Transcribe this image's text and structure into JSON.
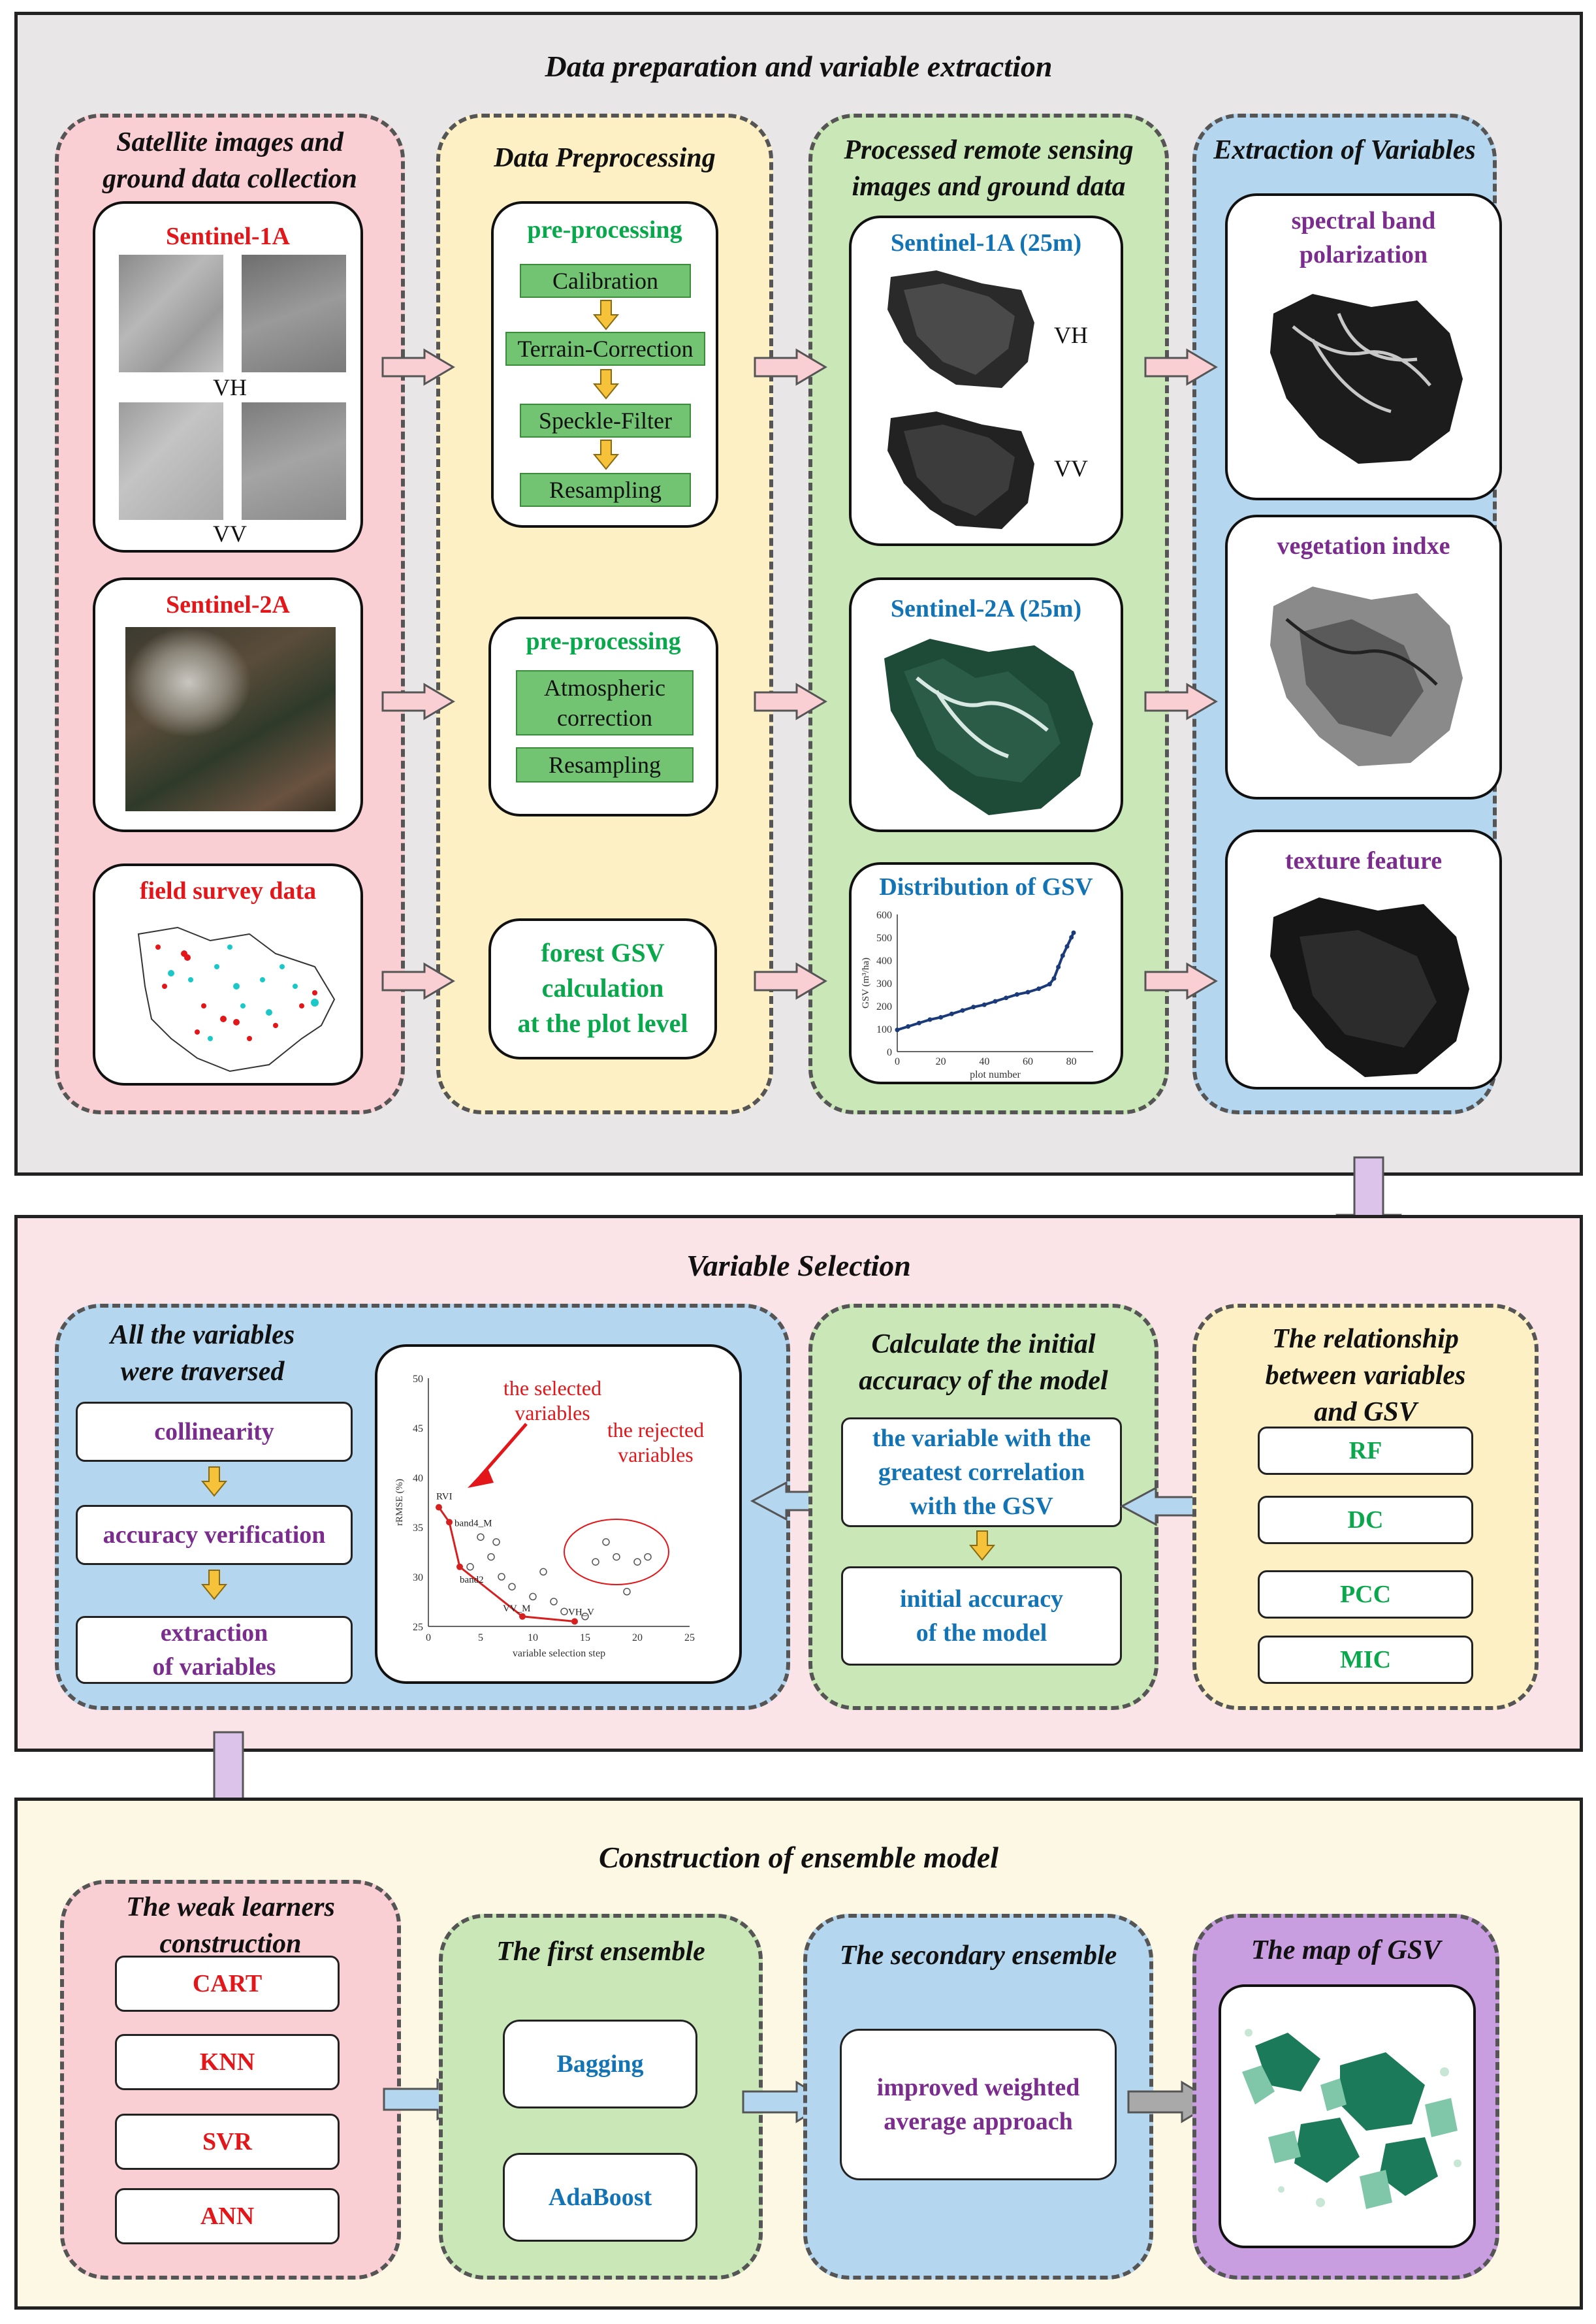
{
  "colors": {
    "section1_bg": "#e8e6e6",
    "section2_bg": "#fbe4e8",
    "section3_bg": "#fdf8e4",
    "pink": "#f9cfd4",
    "yellow": "#fdf0c4",
    "green": "#c9e7b7",
    "blue": "#b5d6ef",
    "purple": "#c89ee0",
    "red_text": "#e3161a",
    "green_text": "#0aa84c",
    "blue_text": "#1273b5",
    "purple_text": "#7b2d8e"
  },
  "section1": {
    "title": "Data preparation and variable extraction",
    "col1": {
      "title_l1": "Satellite images and",
      "title_l2": "ground data collection",
      "s1_title": "Sentinel-1A",
      "s1_vh": "VH",
      "s1_vv": "VV",
      "s2_title": "Sentinel-2A",
      "field_title": "field survey data"
    },
    "col2": {
      "title": "Data Preprocessing",
      "p1_title": "pre-processing",
      "p1_steps": [
        "Calibration",
        "Terrain-Correction",
        "Speckle-Filter",
        "Resampling"
      ],
      "p2_title": "pre-processing",
      "p2_steps": [
        "Atmospheric correction",
        "Resampling"
      ],
      "p3_l1": "forest GSV",
      "p3_l2": "calculation",
      "p3_l3": "at the plot level"
    },
    "col3": {
      "title_l1": "Processed remote sensing",
      "title_l2": "images and ground data",
      "s1_title": "Sentinel-1A  (25m)",
      "s1_vh": "VH",
      "s1_vv": "VV",
      "s2_title": "Sentinel-2A  (25m)",
      "gsv_title": "Distribution  of GSV"
    },
    "col4": {
      "title": "Extraction of Variables",
      "p1_l1": "spectral band",
      "p1_l2": "polarization",
      "p2": "vegetation indxe",
      "p3": "texture feature"
    }
  },
  "section2": {
    "title": "Variable Selection",
    "left": {
      "title_l1": "All the variables",
      "title_l2": "were traversed",
      "b1": "collinearity",
      "b2": "accuracy verification",
      "b3_l1": "extraction",
      "b3_l2": "of variables"
    },
    "middle": {
      "title_l1": "Calculate the initial",
      "title_l2": "accuracy of the model",
      "b1_l1": "the variable with the",
      "b1_l2": "greatest correlation",
      "b1_l3": "with the GSV",
      "b2_l1": "initial accuracy",
      "b2_l2": "of the model"
    },
    "right": {
      "title_l1": "The relationship",
      "title_l2": "between  variables",
      "title_l3": "and GSV",
      "items": [
        "RF",
        "DC",
        "PCC",
        "MIC"
      ]
    },
    "plot_annotations": {
      "selected_l1": "the selected",
      "selected_l2": "variables",
      "rejected_l1": "the rejected",
      "rejected_l2": "variables"
    }
  },
  "section3": {
    "title": "Construction of ensemble model",
    "c1_title_l1": "The weak learners",
    "c1_title_l2": "construction",
    "learners": [
      "CART",
      "KNN",
      "SVR",
      "ANN"
    ],
    "c2_title": "The first ensemble",
    "first": [
      "Bagging",
      "AdaBoost"
    ],
    "c3_title": "The secondary ensemble",
    "second_l1": "improved weighted",
    "second_l2": "average approach",
    "c4_title": "The map of GSV"
  },
  "chart_data": [
    {
      "type": "line",
      "title": "",
      "xlabel": "plot number",
      "ylabel": "GSV (m³/ha)",
      "xlim": [
        0,
        90
      ],
      "ylim": [
        0,
        600
      ],
      "xticks": [
        0,
        20,
        40,
        60,
        80
      ],
      "yticks": [
        0,
        100,
        200,
        300,
        400,
        500,
        600
      ],
      "series": [
        {
          "x": [
            0,
            5,
            10,
            15,
            20,
            25,
            30,
            35,
            40,
            45,
            50,
            55,
            60,
            65,
            70,
            72,
            74,
            76,
            78,
            80,
            81
          ],
          "y": [
            95,
            110,
            125,
            140,
            150,
            165,
            180,
            195,
            205,
            220,
            235,
            250,
            260,
            275,
            295,
            320,
            370,
            420,
            460,
            500,
            520
          ]
        }
      ]
    },
    {
      "type": "scatter",
      "title": "",
      "xlabel": "variable selection step",
      "ylabel": "rRMSE (%)",
      "xlim": [
        0,
        25
      ],
      "ylim": [
        25,
        50
      ],
      "xticks": [
        0,
        5,
        10,
        15,
        20,
        25
      ],
      "yticks": [
        25,
        30,
        35,
        40,
        45,
        50
      ],
      "point_labels": [
        "RVI",
        "band4_M",
        "band2",
        "VV_M",
        "VH_V"
      ],
      "selected": {
        "x": [
          1,
          2,
          3,
          9,
          14
        ],
        "y": [
          37,
          35.5,
          31,
          26,
          25.5
        ]
      },
      "rejected": {
        "x": [
          4,
          5,
          6,
          6.5,
          7,
          8,
          10,
          11,
          12,
          13,
          15,
          16,
          17,
          18,
          19,
          20,
          21
        ],
        "y": [
          31,
          34,
          32,
          33.5,
          30,
          29,
          28,
          30.5,
          27.5,
          26.5,
          26,
          31.5,
          33.5,
          32,
          28.5,
          31.5,
          32
        ]
      }
    }
  ]
}
